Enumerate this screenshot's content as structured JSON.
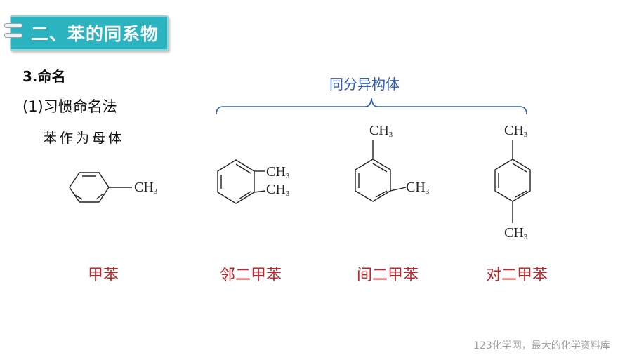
{
  "header": {
    "title": "二、苯的同系物"
  },
  "heading": "3.命名",
  "subheading": "(1)习惯命名法",
  "note": "苯作为母体",
  "bracket_label": "同分异构体",
  "groups": {
    "ch": "CH",
    "sub3": "3"
  },
  "compounds": [
    {
      "name": "甲苯"
    },
    {
      "name": "邻二甲苯"
    },
    {
      "name": "间二甲苯"
    },
    {
      "name": "对二甲苯"
    }
  ],
  "footer": "123化学网，最大的化学资料库",
  "colors": {
    "tab": "#2bb3c0",
    "names": "#c0272d",
    "bracket": "#2f5fb8"
  }
}
